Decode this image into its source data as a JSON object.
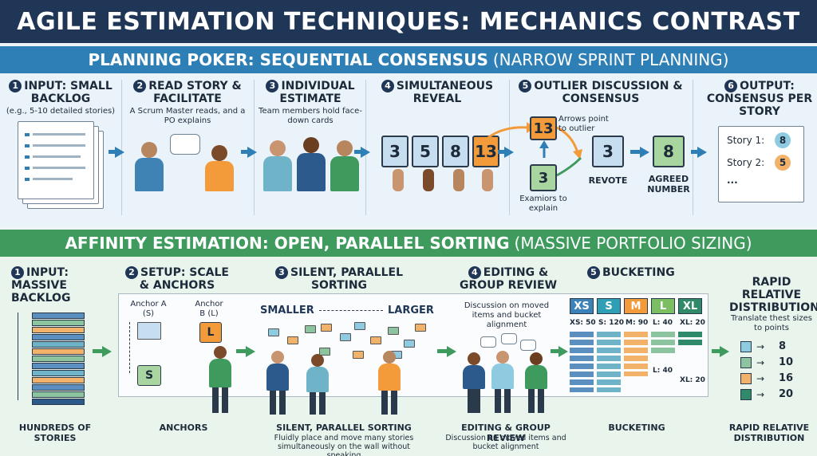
{
  "title": "AGILE ESTIMATION TECHNIQUES: MECHANICS CONTRAST",
  "planning_poker": {
    "band_title": "PLANNING POKER: SEQUENTIAL CONSENSUS",
    "band_subtitle": "(NARROW SPRINT PLANNING)",
    "steps": [
      {
        "num": "1",
        "title": "INPUT: SMALL BACKLOG",
        "sub": "(e.g., 5-10 detailed stories)"
      },
      {
        "num": "2",
        "title": "READ STORY & FACILITATE",
        "sub": "A Scrum Master reads, and a PO explains"
      },
      {
        "num": "3",
        "title": "INDIVIDUAL ESTIMATE",
        "sub": "Team members hold face-down cards"
      },
      {
        "num": "4",
        "title": "SIMULTANEOUS REVEAL",
        "sub": ""
      },
      {
        "num": "5",
        "title": "OUTLIER DISCUSSION & CONSENSUS",
        "sub": ""
      },
      {
        "num": "6",
        "title": "OUTPUT: CONSENSUS PER STORY",
        "sub": ""
      }
    ],
    "reveal_cards": [
      "3",
      "5",
      "8",
      "13"
    ],
    "outlier_high": "13",
    "outlier_low": "3",
    "arrows_note": "Arrows point to outlier",
    "examiners_note": "Examiors to explain",
    "revote_card": "3",
    "revote_label": "REVOTE",
    "agreed_card": "8",
    "agreed_label": "AGREED NUMBER",
    "output": [
      {
        "story": "Story 1:",
        "value": "8"
      },
      {
        "story": "Story 2:",
        "value": "5"
      }
    ],
    "output_more": "..."
  },
  "affinity": {
    "band_title": "AFFINITY ESTIMATION: OPEN, PARALLEL SORTING",
    "band_subtitle": "(MASSIVE PORTFOLIO SIZING)",
    "steps": [
      {
        "num": "1",
        "title": "INPUT: MASSIVE BACKLOG"
      },
      {
        "num": "2",
        "title": "SETUP: SCALE & ANCHORS"
      },
      {
        "num": "3",
        "title": "SILENT, PARALLEL SORTING"
      },
      {
        "num": "4",
        "title": "EDITING & GROUP REVIEW"
      },
      {
        "num": "5",
        "title": "BUCKETING"
      }
    ],
    "rapid_title": "RAPID RELATIVE DISTRIBUTION",
    "anchor_a": "Anchor A (S)",
    "anchor_b": "Anchor B (L)",
    "anchor_b_card": "L",
    "anchor_a_card": "S",
    "smaller": "SMALLER",
    "larger": "LARGER",
    "review_note": "Discussion on moved items and bucket alignment",
    "buckets": [
      {
        "name": "XS",
        "count": "XS: 50",
        "color": "#3b82b8"
      },
      {
        "name": "S",
        "count": "S: 120",
        "color": "#2e9fb4"
      },
      {
        "name": "M",
        "count": "M: 90",
        "color": "#f39a3a"
      },
      {
        "name": "L",
        "count": "L: 40",
        "color": "#7cbf63"
      },
      {
        "name": "XL",
        "count": "XL: 20",
        "color": "#2f8a6a"
      }
    ],
    "bucket_extra_l": "L: 40",
    "bucket_extra_xl": "XL: 20",
    "translate_note": "Translate thest sizes to points",
    "points": [
      "8",
      "10",
      "16",
      "20"
    ],
    "captions": {
      "hundreds": "HUNDREDS OF STORIES",
      "anchors": "ANCHORS",
      "sorting": "SILENT, PARALLEL SORTING",
      "sorting_sub": "Fluidly place and move many stories simultaneously on the wall without speaking",
      "editing": "EDITING & GROUP REVIEW",
      "editing_sub": "Discussion on moved items and bucket alignment",
      "bucketing": "BUCKETING",
      "rapid": "RAPID RELATIVE DISTRIBUTION"
    }
  },
  "colors": {
    "navy": "#1f3656",
    "blue": "#2e7fb5",
    "green": "#3f9a5e",
    "orange": "#f39a3a"
  }
}
